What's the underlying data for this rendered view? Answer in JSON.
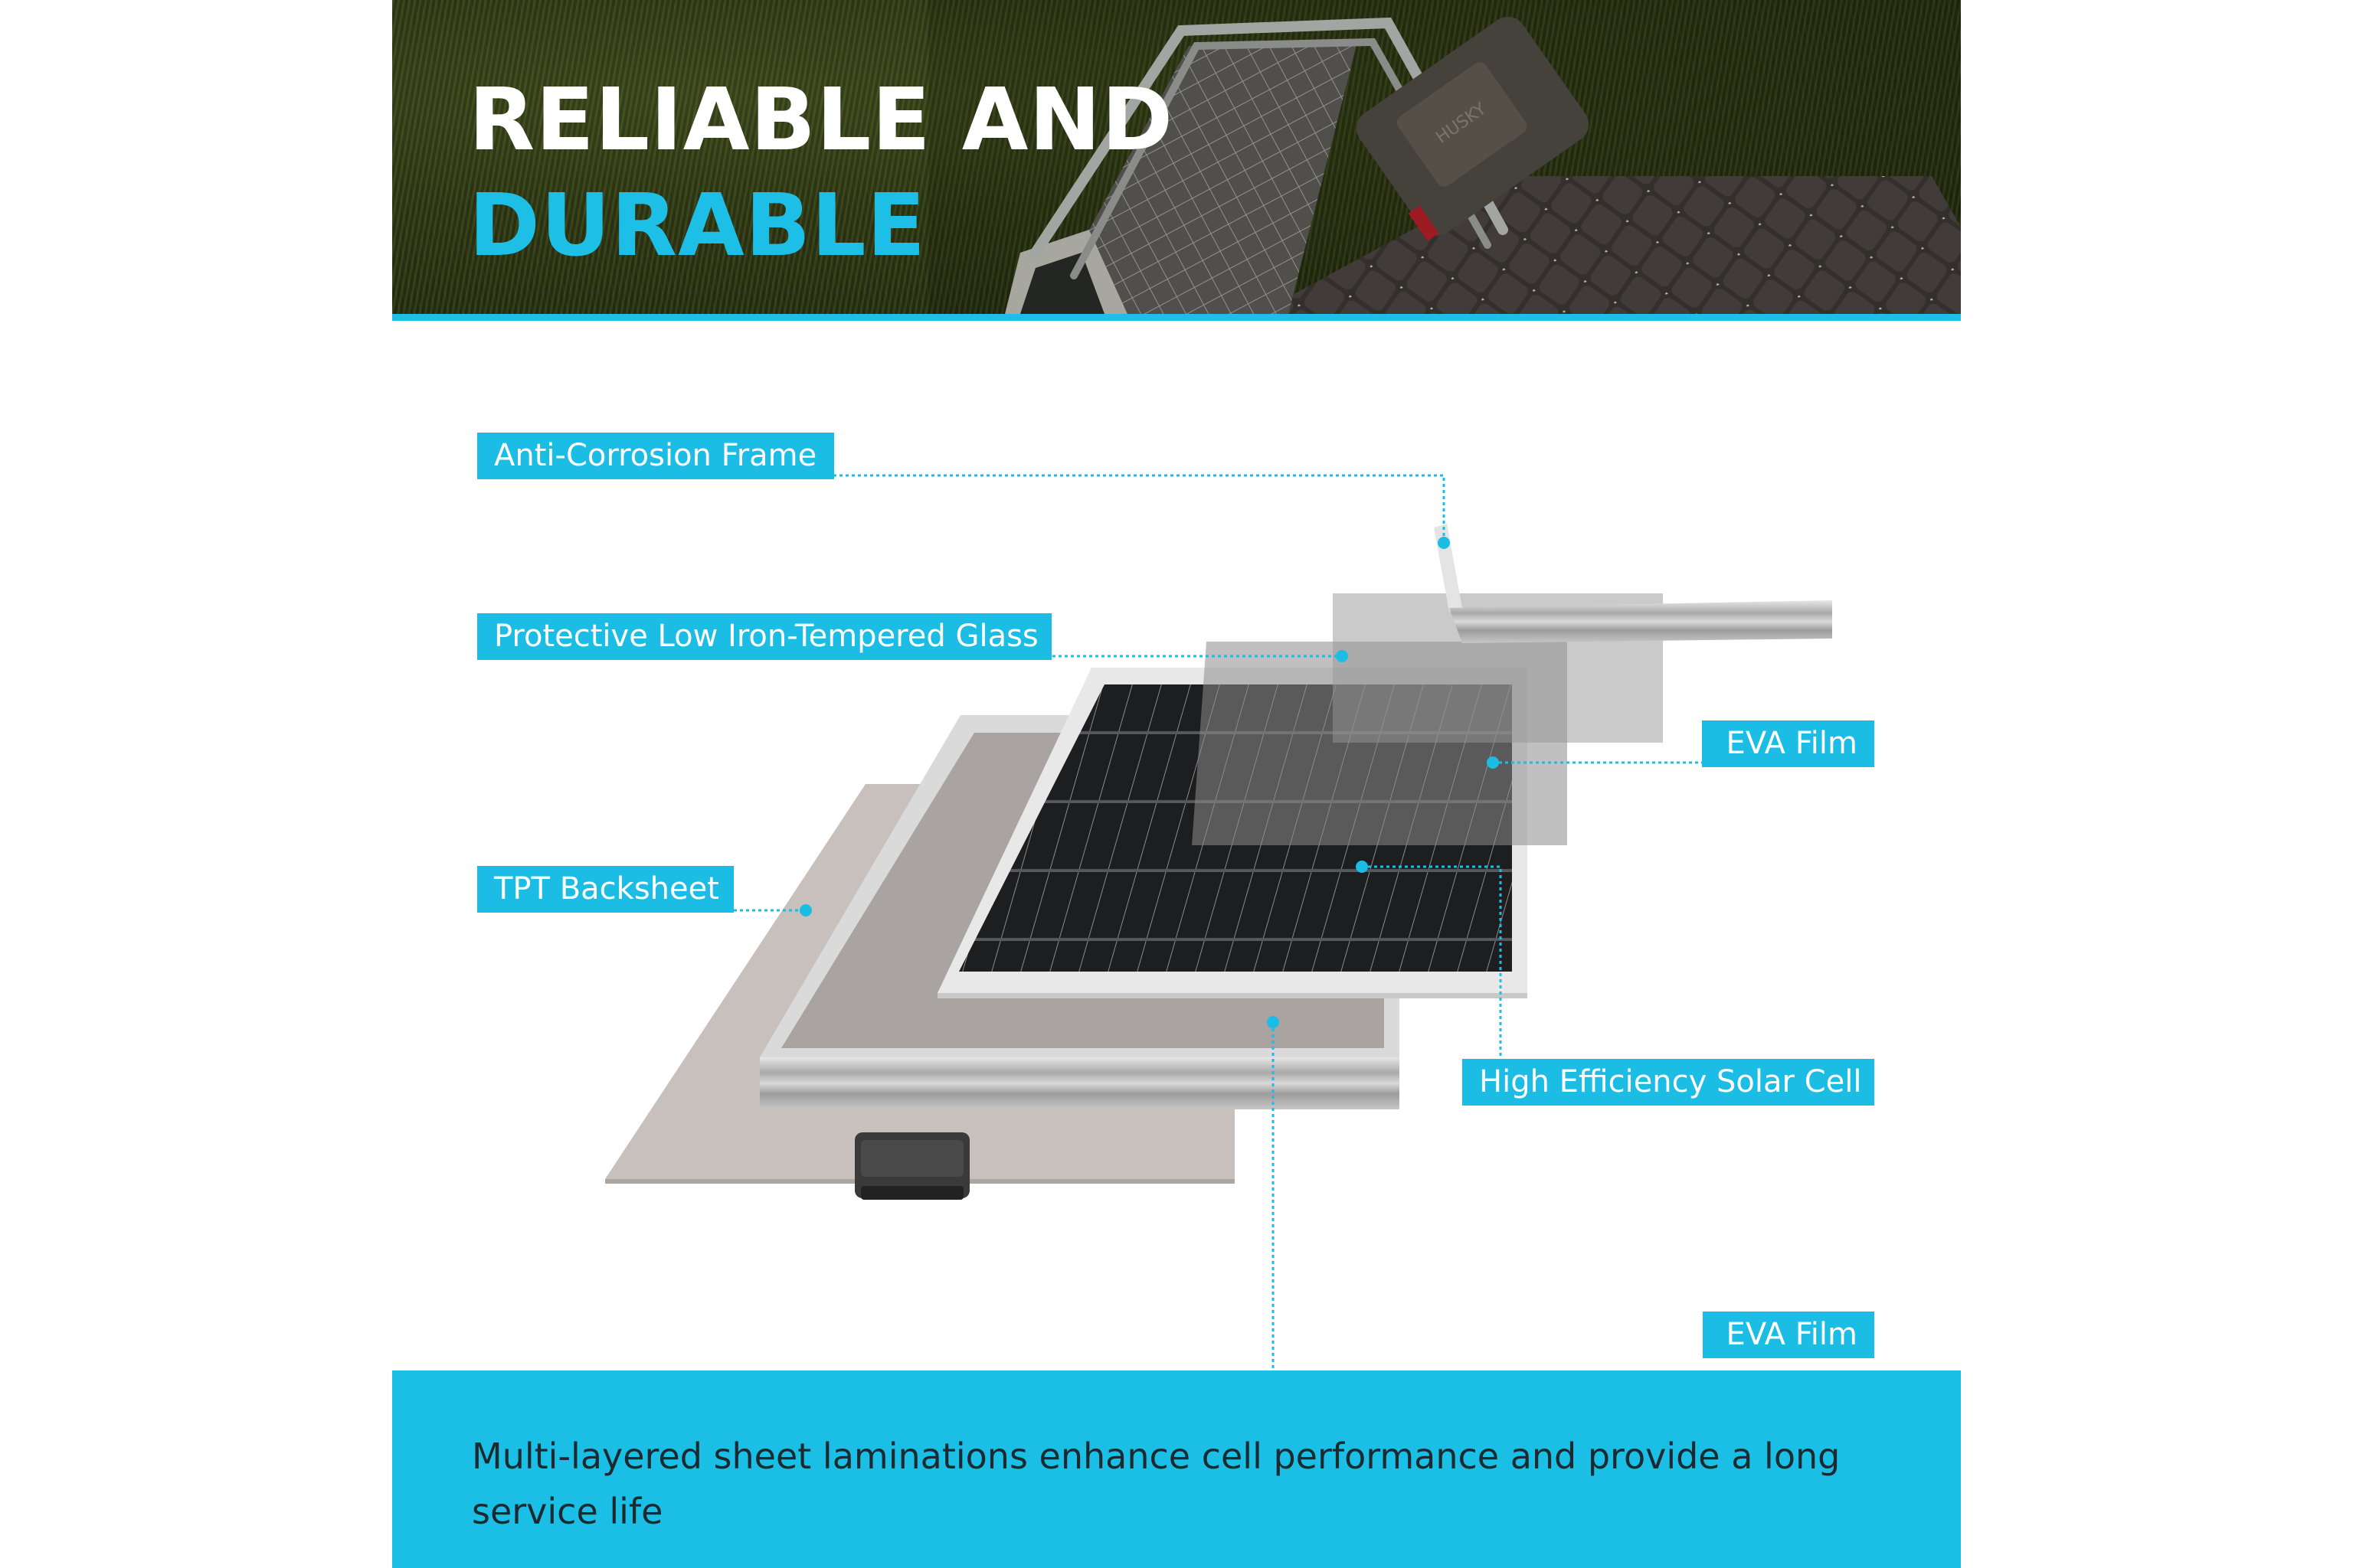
{
  "hero": {
    "title_line1": "RELIABLE AND",
    "title_line2": "DURABLE",
    "background": "photo of vehicle roof rack with solar panels and HUSKY case on grass",
    "case_brand": "HUSKY"
  },
  "diagram": {
    "labels": [
      {
        "id": "anti-corrosion-frame",
        "text": "Anti-Corrosion Frame"
      },
      {
        "id": "protective-glass",
        "text": "Protective Low Iron-Tempered Glass"
      },
      {
        "id": "eva-film-top",
        "text": "EVA Film"
      },
      {
        "id": "tpt-backsheet",
        "text": "TPT Backsheet"
      },
      {
        "id": "solar-cell",
        "text": "High Efficiency Solar Cell"
      },
      {
        "id": "eva-film-bottom",
        "text": "EVA Film"
      }
    ]
  },
  "footer": {
    "text": "Multi-layered sheet laminations enhance cell performance and provide a long service life"
  },
  "colors": {
    "accent": "#1bbde4",
    "hero_dark": "#2e3616",
    "footer_text": "#1c2a30"
  }
}
